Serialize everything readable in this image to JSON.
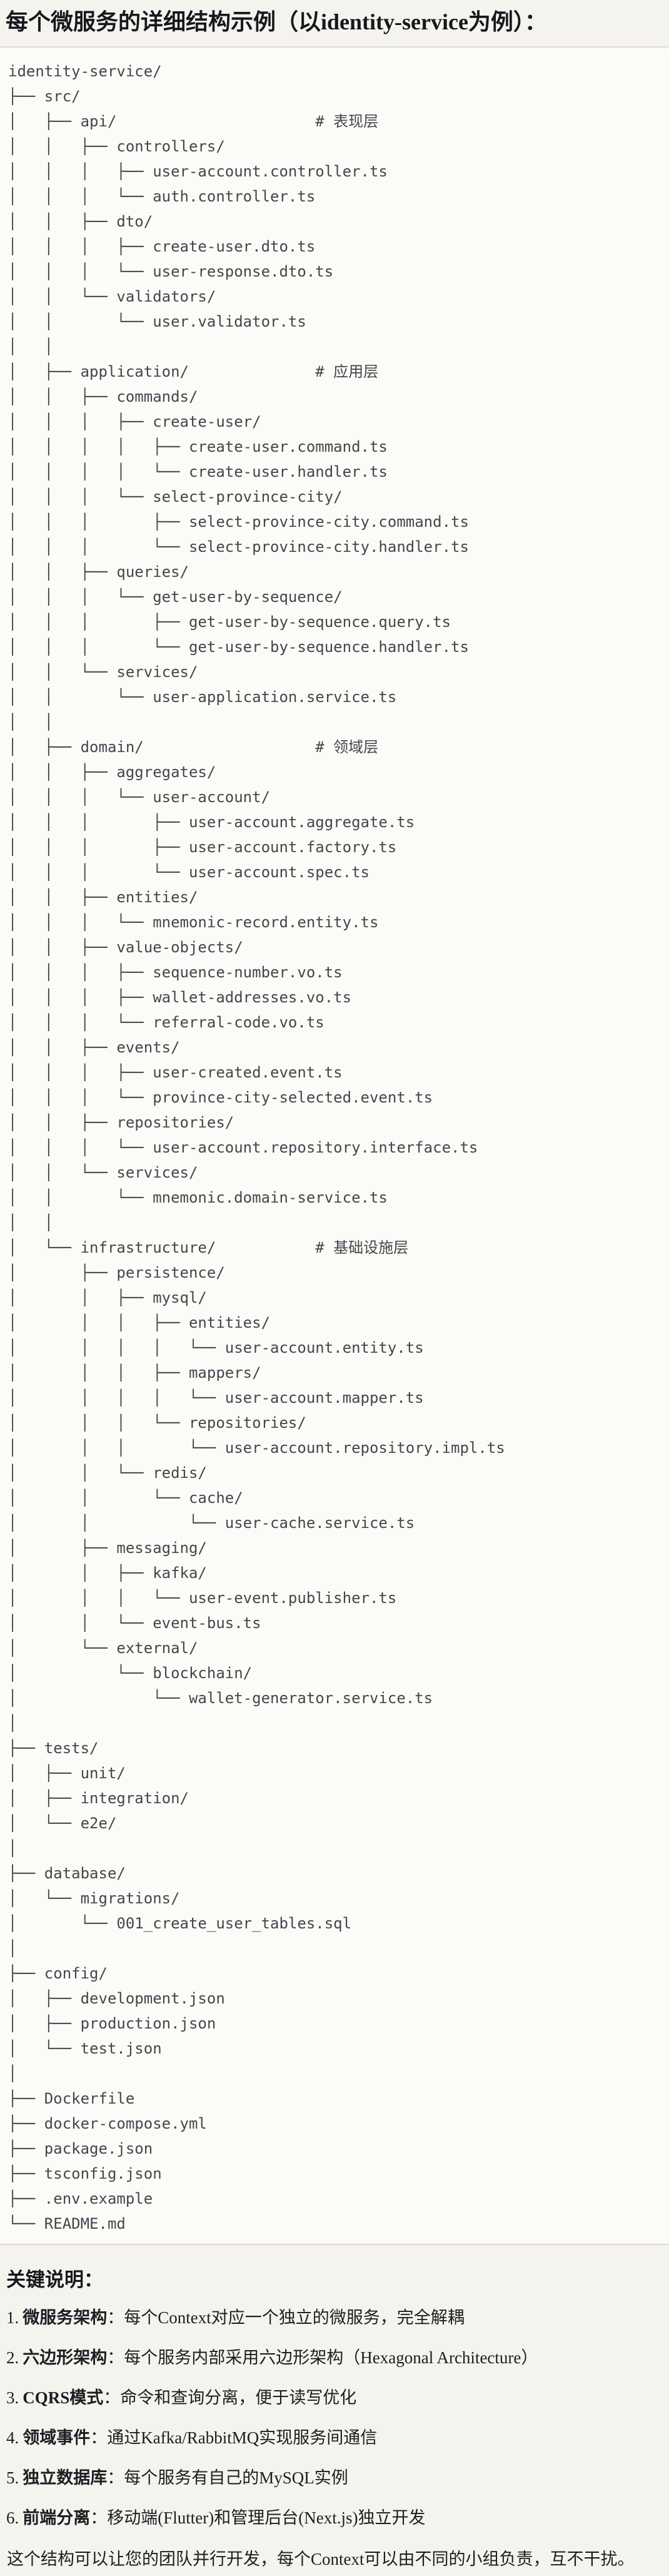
{
  "title": "每个微服务的详细结构示例（以identity-service为例）：",
  "colors": {
    "page_bg": "#f5f3ee",
    "code_bg": "#fcfbf7",
    "code_border": "#dcd9d2",
    "tree_text": "#42474d",
    "body_text": "#1b1e22"
  },
  "tree": {
    "lines": [
      "identity-service/",
      "├── src/",
      "│   ├── api/                      # 表现层",
      "│   │   ├── controllers/",
      "│   │   │   ├── user-account.controller.ts",
      "│   │   │   └── auth.controller.ts",
      "│   │   ├── dto/",
      "│   │   │   ├── create-user.dto.ts",
      "│   │   │   └── user-response.dto.ts",
      "│   │   └── validators/",
      "│   │       └── user.validator.ts",
      "│   │",
      "│   ├── application/              # 应用层",
      "│   │   ├── commands/",
      "│   │   │   ├── create-user/",
      "│   │   │   │   ├── create-user.command.ts",
      "│   │   │   │   └── create-user.handler.ts",
      "│   │   │   └── select-province-city/",
      "│   │   │       ├── select-province-city.command.ts",
      "│   │   │       └── select-province-city.handler.ts",
      "│   │   ├── queries/",
      "│   │   │   └── get-user-by-sequence/",
      "│   │   │       ├── get-user-by-sequence.query.ts",
      "│   │   │       └── get-user-by-sequence.handler.ts",
      "│   │   └── services/",
      "│   │       └── user-application.service.ts",
      "│   │",
      "│   ├── domain/                   # 领域层",
      "│   │   ├── aggregates/",
      "│   │   │   └── user-account/",
      "│   │   │       ├── user-account.aggregate.ts",
      "│   │   │       ├── user-account.factory.ts",
      "│   │   │       └── user-account.spec.ts",
      "│   │   ├── entities/",
      "│   │   │   └── mnemonic-record.entity.ts",
      "│   │   ├── value-objects/",
      "│   │   │   ├── sequence-number.vo.ts",
      "│   │   │   ├── wallet-addresses.vo.ts",
      "│   │   │   └── referral-code.vo.ts",
      "│   │   ├── events/",
      "│   │   │   ├── user-created.event.ts",
      "│   │   │   └── province-city-selected.event.ts",
      "│   │   ├── repositories/",
      "│   │   │   └── user-account.repository.interface.ts",
      "│   │   └── services/",
      "│   │       └── mnemonic.domain-service.ts",
      "│   │",
      "│   └── infrastructure/           # 基础设施层",
      "│       ├── persistence/",
      "│       │   ├── mysql/",
      "│       │   │   ├── entities/",
      "│       │   │   │   └── user-account.entity.ts",
      "│       │   │   ├── mappers/",
      "│       │   │   │   └── user-account.mapper.ts",
      "│       │   │   └── repositories/",
      "│       │   │       └── user-account.repository.impl.ts",
      "│       │   └── redis/",
      "│       │       └── cache/",
      "│       │           └── user-cache.service.ts",
      "│       ├── messaging/",
      "│       │   ├── kafka/",
      "│       │   │   └── user-event.publisher.ts",
      "│       │   └── event-bus.ts",
      "│       └── external/",
      "│           └── blockchain/",
      "│               └── wallet-generator.service.ts",
      "│",
      "├── tests/",
      "│   ├── unit/",
      "│   ├── integration/",
      "│   └── e2e/",
      "│",
      "├── database/",
      "│   └── migrations/",
      "│       └── 001_create_user_tables.sql",
      "│",
      "├── config/",
      "│   ├── development.json",
      "│   ├── production.json",
      "│   └── test.json",
      "│",
      "├── Dockerfile",
      "├── docker-compose.yml",
      "├── package.json",
      "├── tsconfig.json",
      "├── .env.example",
      "└── README.md"
    ]
  },
  "notes": {
    "heading": "关键说明：",
    "separator": "：",
    "items": [
      {
        "num": "1.",
        "label": "微服务架构",
        "text": "每个Context对应一个独立的微服务，完全解耦"
      },
      {
        "num": "2.",
        "label": "六边形架构",
        "text": "每个服务内部采用六边形架构（Hexagonal Architecture）"
      },
      {
        "num": "3.",
        "label": "CQRS模式",
        "text": "命令和查询分离，便于读写优化"
      },
      {
        "num": "4.",
        "label": "领域事件",
        "text": "通过Kafka/RabbitMQ实现服务间通信"
      },
      {
        "num": "5.",
        "label": "独立数据库",
        "text": "每个服务有自己的MySQL实例"
      },
      {
        "num": "6.",
        "label": "前端分离",
        "text": "移动端(Flutter)和管理后台(Next.js)独立开发"
      }
    ]
  },
  "footer": "这个结构可以让您的团队并行开发，每个Context可以由不同的小组负责，互不干扰。"
}
